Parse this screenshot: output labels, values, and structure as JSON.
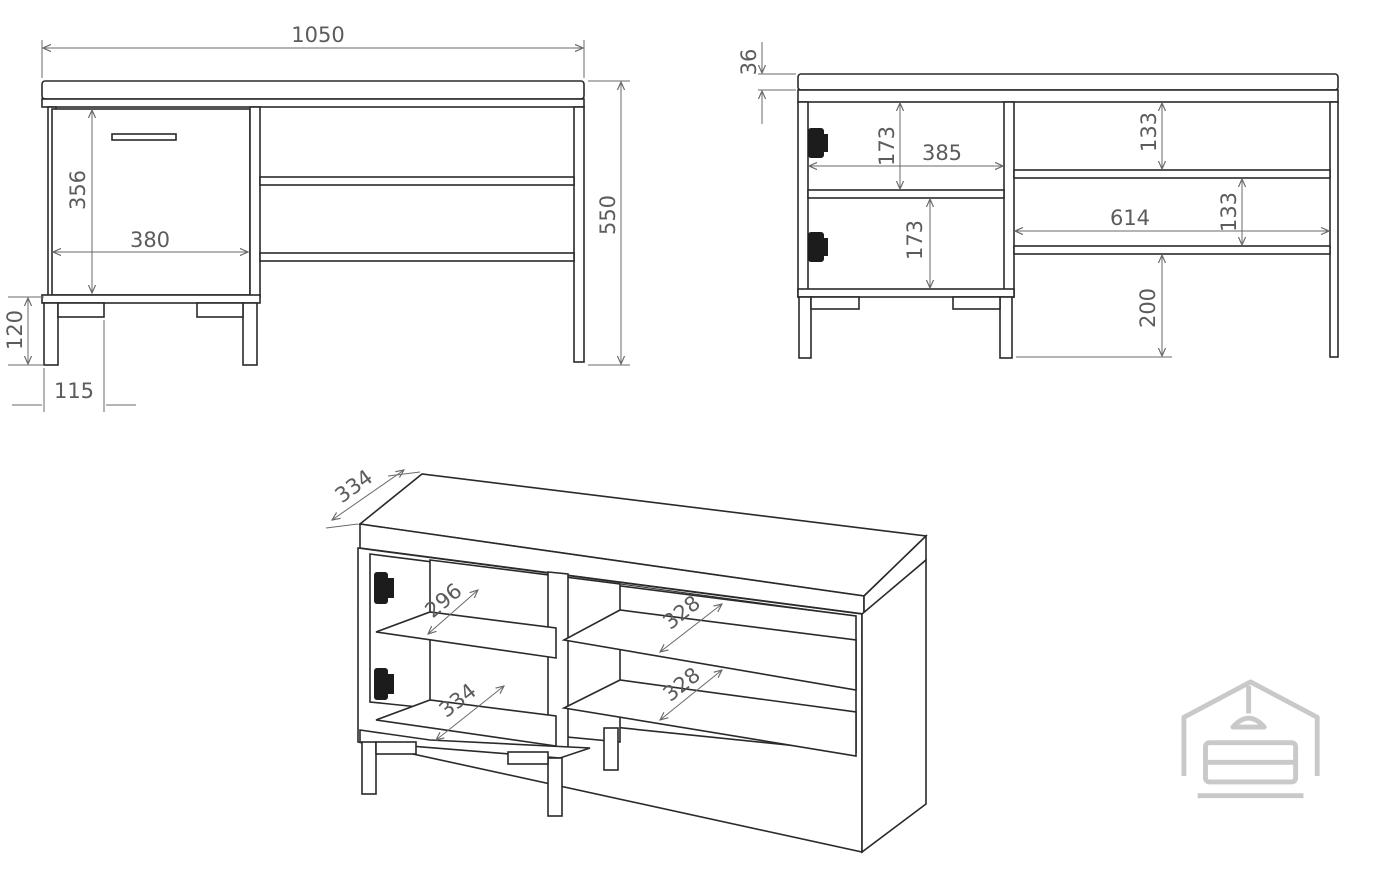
{
  "dimensions": {
    "front_width": "1050",
    "front_height": "550",
    "drawer_height": "356",
    "drawer_width": "380",
    "leg_height": "120",
    "leg_offset": "115",
    "top_thickness": "36",
    "inner_width_left": "385",
    "door_height_top": "173",
    "door_height_bottom": "173",
    "shelf_spacing_top": "133",
    "shelf_spacing_middle": "133",
    "inner_width_right": "614",
    "floor_clearance": "200",
    "depth": "334",
    "shelf_depth_left_top": "296",
    "shelf_depth_left_bottom": "334",
    "shelf_depth_right_top": "328",
    "shelf_depth_right_bottom": "328"
  },
  "logo": {
    "icon": "house-sofa-logo-icon"
  }
}
